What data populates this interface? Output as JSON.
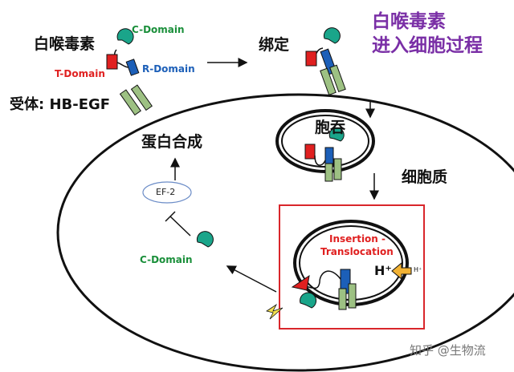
{
  "title_lines": [
    "白喉毒素",
    "进入细胞过程"
  ],
  "labels": {
    "toxin": "白喉毒素",
    "c_domain": "C-Domain",
    "t_domain": "T-Domain",
    "r_domain": "R-Domain",
    "receptor": "受体: HB-EGF",
    "binding": "绑定",
    "endocytosis": "胞吞",
    "cytoplasm": "细胞质",
    "protein_synthesis": "蛋白合成",
    "ef2": "EF-2",
    "c_domain_free": "C-Domain",
    "insertion_line1": "Insertion -",
    "insertion_line2": "Translocation",
    "h_plus": "H⁺",
    "h_plus_small": "H⁺"
  },
  "watermark": "知乎 @生物流",
  "colors": {
    "title": "#7a2fa6",
    "c_domain": "#1a8f3a",
    "t_domain": "#e02020",
    "r_domain": "#1c5fb8",
    "receptor": "#9dc183",
    "box": "#d9262b",
    "h_arrow": "#f2b233"
  }
}
